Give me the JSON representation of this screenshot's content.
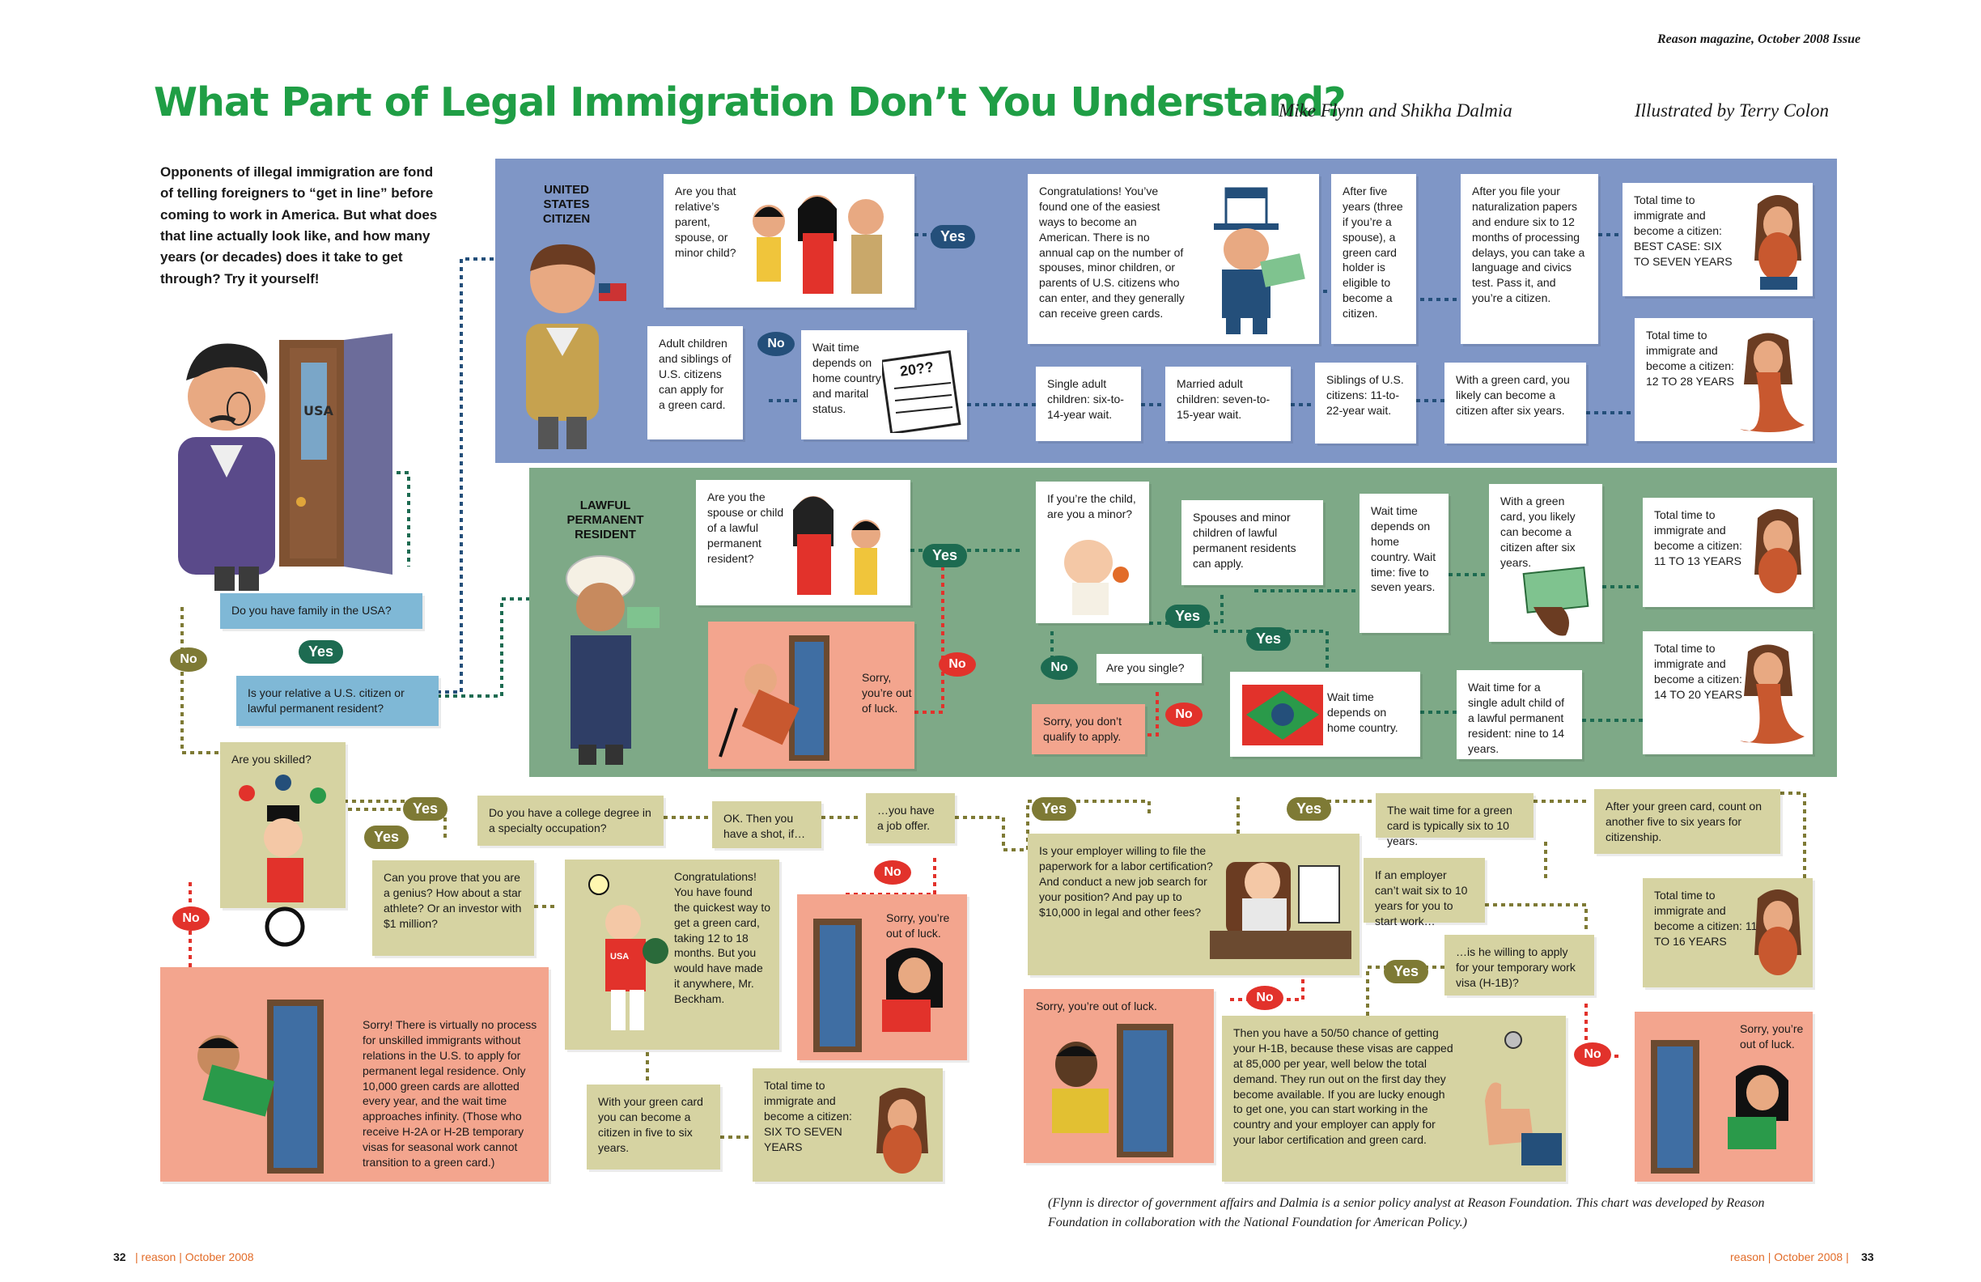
{
  "masthead": "Reason magazine, October 2008 Issue",
  "title": "What Part of Legal Immigration Don’t You  Understand?",
  "authors": "Mike Flynn and Shikha Dalmia",
  "illustrator": "Illustrated by Terry Colon",
  "intro": "Opponents of illegal immigration are fond of telling foreigners to “get in line” before coming to work in America. But what does that line actually look like, and how many years (or decades) does it take to get through? Try it yourself!",
  "sections": {
    "citizen": "UNITED STATES CITIZEN",
    "lpr": "LAWFUL PERMANENT RESIDENT"
  },
  "labels": {
    "yes": "Yes",
    "no": "No"
  },
  "boxes": {
    "family": "Do you have family in the USA?",
    "relative_type": "Is your relative a U.S. citizen or lawful permanent resident?",
    "c_relative": "Are you that relative’s parent, spouse, or minor child?",
    "c_congrats": "Congratulations! You’ve found one of the easiest ways to become an American. There is no annual cap on the number of spouses, minor children, or parents of U.S. citizens who can enter, and they generally can receive green cards.",
    "c_five": "After five years (three if you’re a spouse), a green card holder is eligible to become a citizen.",
    "c_natural": "After you file your naturalization papers and endure six to 12 months of processing delays, you can take a language and civics test. Pass it, and you’re a citizen.",
    "c_best": "Total time to immigrate and become a citizen: BEST CASE: SIX TO SEVEN YEARS",
    "c_adult": "Adult children and siblings of U.S. citizens can apply for a green card.",
    "c_wait": "Wait time depends on home country and marital status.",
    "c_single": "Single adult children: six-to-14-year wait.",
    "c_married": "Married adult children: seven-to-15-year wait.",
    "c_siblings": "Siblings of U.S. citizens: 11-to-22-year wait.",
    "c_greencard": "With a green card, you likely can become a citizen after six years.",
    "c_total": "Total time to immigrate and become a citizen: 12 TO 28 YEARS",
    "l_spouse": "Are you the spouse or child of a lawful permanent resident?",
    "l_sorry": "Sorry, you’re out of luck.",
    "l_minor": "If you’re the child, are you a minor?",
    "l_spouses": "Spouses and minor children of lawful permanent residents can apply.",
    "l_wait": "Wait time depends on home country. Wait time: five to seven years.",
    "l_greencard": "With a green card, you likely can become a citizen after six years.",
    "l_total1": "Total time to immigrate and become a citizen: 11 TO 13 YEARS",
    "l_single": "Are you single?",
    "l_noqualify": "Sorry, you don’t qualify to apply.",
    "l_wait2": "Wait time depends on home country.",
    "l_wait3": "Wait time for a single adult child of a lawful permanent resident: nine to 14 years.",
    "l_total2": "Total time to immigrate and become a citizen: 14 TO 20 YEARS",
    "s_skilled": "Are you skilled?",
    "s_degree": "Do you have a college degree in a specialty occupation?",
    "s_shot": "OK. Then you have a shot, if…",
    "s_offer": "…you have a job offer.",
    "s_genius": "Can you prove that you are a genius? How about a star athlete? Or an investor with $1 million?",
    "s_congrats": "Congratulations! You have found the quickest way to get a green card, taking 12 to 18 months. But you would have made it anywhere, Mr. Beckham.",
    "s_outluck": "Sorry, you’re out of luck.",
    "s_unskilled": "Sorry! There is virtually no process for unskilled immigrants without relations in the U.S. to apply for permanent legal residence. Only 10,000 green cards are allotted every year, and the wait time approaches infinity. (Those who receive H-2A or H-2B temporary visas for seasonal work cannot transition to a green card.)",
    "s_greencard": "With your green card you can become a citizen in five to six years.",
    "s_total": "Total time to immigrate and become a citizen: SIX TO SEVEN YEARS",
    "e_employer": "Is your employer willing to file the paperwork for a labor certification? And conduct a new job search for your position? And pay up to $10,000 in legal and other fees?",
    "e_outluck": "Sorry, you’re out of luck.",
    "e_wait": "The wait time for a green card is typically six to 10 years.",
    "e_after": "After your green card, count on another five to six years for citizenship.",
    "e_cant": "If an employer can’t wait six to 10 years for you to start work…",
    "e_h1b": "…is he willing to apply for your temporary work visa (H-1B)?",
    "e_fifty": "Then you have a 50/50 chance of getting your H-1B, because these visas are capped at 85,000 per year, well below the total demand. They run out on the first day they become available. If you are lucky enough to get one, you can start working in the country and your employer can apply for your labor certification and green card.",
    "e_total": "Total time to immigrate and become a citizen: 11 TO 16 YEARS",
    "e_outluck2": "Sorry, you’re out of luck."
  },
  "door_sign": "USA",
  "calendar_year": "20??",
  "shirt_text": "USA",
  "credit": "(Flynn is director of government affairs and Dalmia is a senior policy analyst at Reason Foundation. This chart was developed by Reason Foundation in collaboration with the National Foundation for American Policy.)",
  "footer": {
    "left_page": "32",
    "left_text": "| reason | October 2008",
    "right_text": "reason | October 2008 |",
    "right_page": "33"
  },
  "colors": {
    "title_green": "#1f9e45",
    "citizen_band": "#7f96c6",
    "lpr_band": "#7ea987",
    "tan_box": "#d6d3a2",
    "pink_box": "#f3a58e",
    "blue_box": "#7fb8d6",
    "no_red": "#e2322b",
    "footer_orange": "#e26c29"
  }
}
